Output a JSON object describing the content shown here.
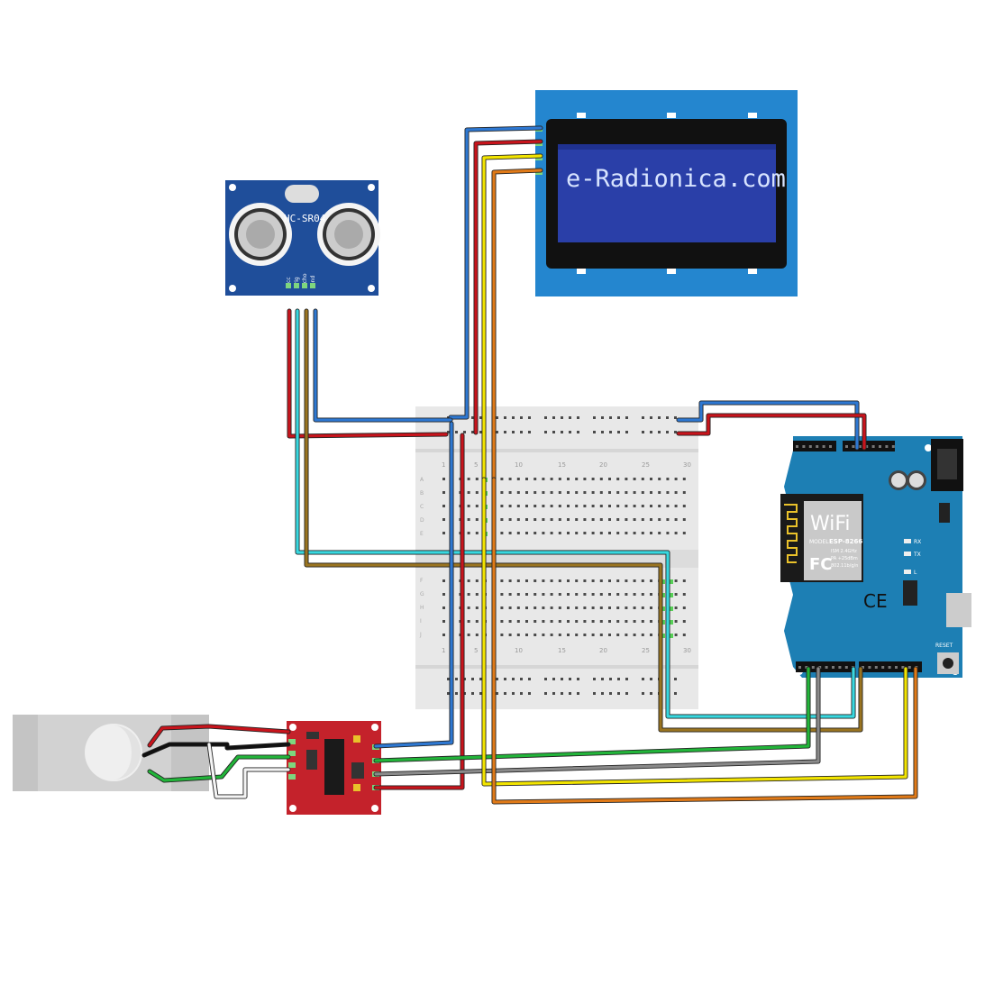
{
  "colors": {
    "wire_red": "#c8141c",
    "wire_blue": "#2e78d2",
    "wire_yellow": "#f2e400",
    "wire_orange": "#e07a18",
    "wire_green": "#22b53a",
    "wire_cyan": "#38d8e0",
    "wire_brown": "#9a7420",
    "wire_gray": "#8a8a8a",
    "wire_black": "#111111",
    "lcd_board": "#2486cf",
    "lcd_screen": "#2a3fa8",
    "sensor_board": "#1f4e9a",
    "hx711_board": "#c4222b",
    "wemos_board": "#1d7fb4",
    "breadboard": "#e8e8e8"
  },
  "lcd": {
    "text": "e-Radionica.com"
  },
  "sensor": {
    "model": "HC-SR04",
    "pins": [
      "Vcc",
      "Trig",
      "Echo",
      "Gnd"
    ]
  },
  "breadboard": {
    "column_numbers": [
      "1",
      "5",
      "10",
      "15",
      "20",
      "25",
      "30"
    ],
    "row_letters_top": [
      "A",
      "B",
      "C",
      "D",
      "E"
    ],
    "row_letters_bottom": [
      "F",
      "G",
      "H",
      "I",
      "J"
    ]
  },
  "wemos": {
    "wifi_label": "WiFi",
    "module_model": "ESP-8266",
    "module_lines": [
      "MODEL",
      "ISM 2.4GHz",
      "PA +25dBm",
      "802.11b/g/n"
    ],
    "fc_mark": "FC",
    "ce_mark": "CE",
    "reset_label": "RESET",
    "led_labels": [
      "RX",
      "TX",
      "L"
    ]
  }
}
